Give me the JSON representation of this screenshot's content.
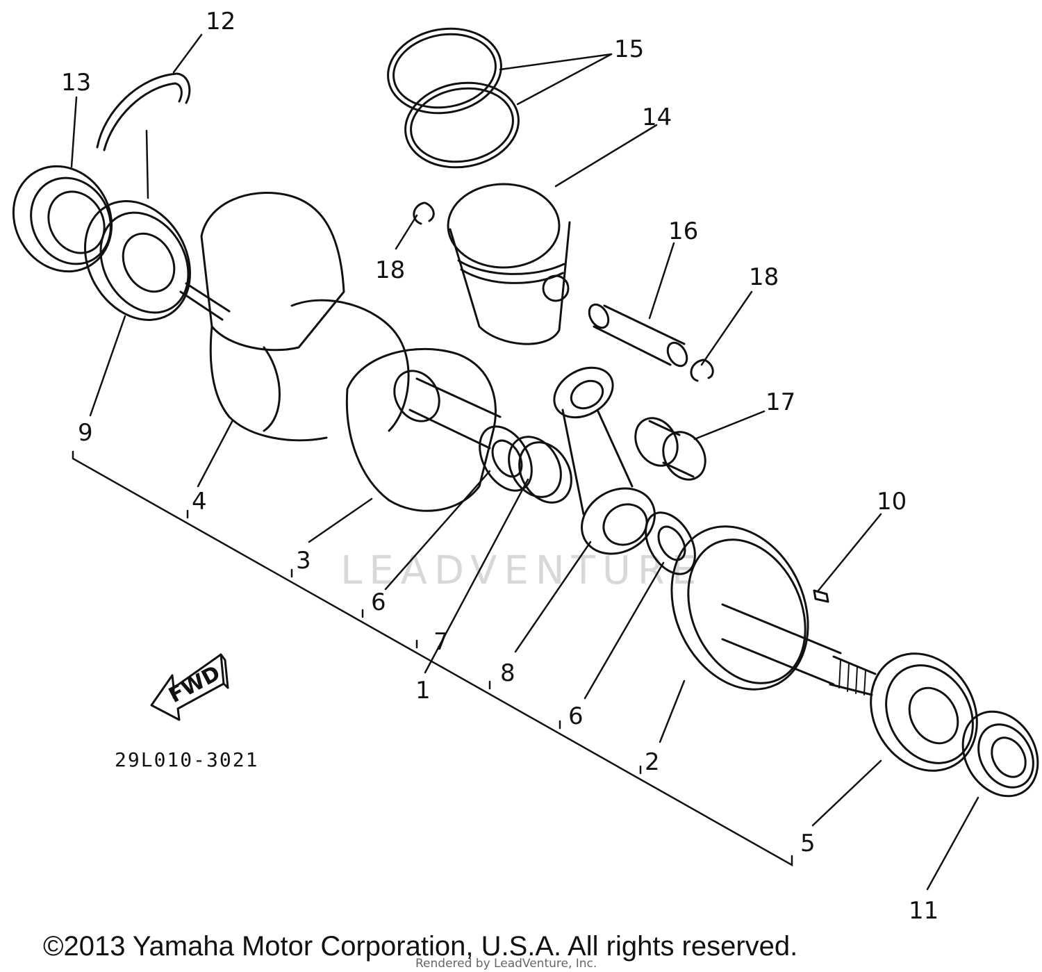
{
  "callouts": [
    {
      "number": "1"
    },
    {
      "number": "2"
    },
    {
      "number": "3"
    },
    {
      "number": "4"
    },
    {
      "number": "5"
    },
    {
      "number": "6"
    },
    {
      "number": "6"
    },
    {
      "number": "7"
    },
    {
      "number": "8"
    },
    {
      "number": "9"
    },
    {
      "number": "10"
    },
    {
      "number": "11"
    },
    {
      "number": "12"
    },
    {
      "number": "13"
    },
    {
      "number": "14"
    },
    {
      "number": "15"
    },
    {
      "number": "16"
    },
    {
      "number": "17"
    },
    {
      "number": "18"
    },
    {
      "number": "18"
    }
  ],
  "direction_label": "FWD",
  "diagram_code": "29L010-3021",
  "watermark": "LEADVENTURE",
  "copyright": "©2013 Yamaha Motor Corporation, U.S.A. All rights reserved.",
  "rendered_by": "Rendered by LeadVenture, Inc."
}
